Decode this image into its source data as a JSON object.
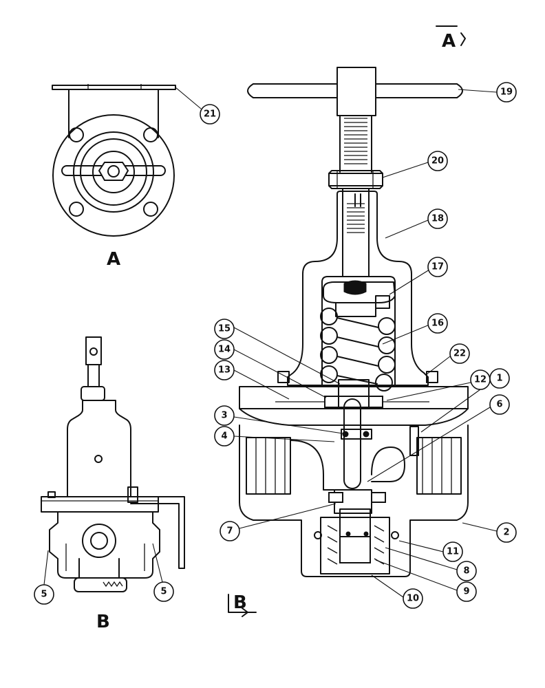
{
  "views": {
    "a": {
      "label": "A",
      "section_marker": "A"
    },
    "b": {
      "label": "B",
      "section_marker": "B"
    }
  },
  "callouts": {
    "c1": "1",
    "c2": "2",
    "c3": "3",
    "c4": "4",
    "c5_left": "5",
    "c5_right": "5",
    "c6": "6",
    "c7": "7",
    "c8": "8",
    "c9": "9",
    "c10": "10",
    "c11": "11",
    "c12": "12",
    "c13": "13",
    "c14": "14",
    "c15": "15",
    "c16": "16",
    "c17": "17",
    "c18": "18",
    "c19": "19",
    "c20": "20",
    "c21": "21",
    "c22": "22"
  }
}
